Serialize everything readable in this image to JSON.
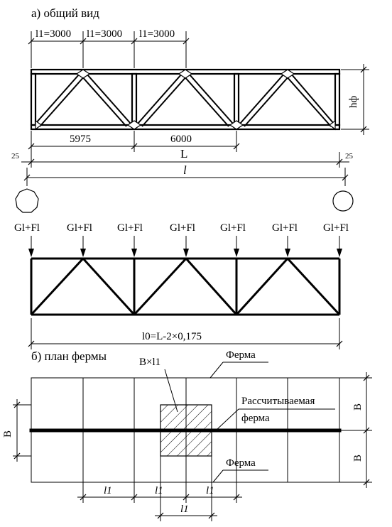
{
  "section_a": {
    "title": "а) общий вид",
    "panel_labels": [
      "l1=3000",
      "l1=3000",
      "l1=3000"
    ],
    "dim_5975": "5975",
    "dim_6000": "6000",
    "dim_L": "L",
    "dim_l": "l",
    "dim_25_left": "25",
    "dim_25_right": "25",
    "height_label": "hф"
  },
  "loads": {
    "label": "Gl+Fl",
    "count": 7,
    "span_label": "l0=L-2×0,175"
  },
  "section_b": {
    "title": "б) план фермы",
    "area_label": "B×l1",
    "truss_top": "Ферма",
    "truss_bottom": "Ферма",
    "calc_truss_line1": "Рассчитываемая",
    "calc_truss_line2": "ферма",
    "dim_B_left": "B",
    "dim_B_right_top": "B",
    "dim_B_right_bottom": "B",
    "dim_l1_labels": [
      "l1",
      "l1",
      "l1",
      "l1"
    ]
  }
}
